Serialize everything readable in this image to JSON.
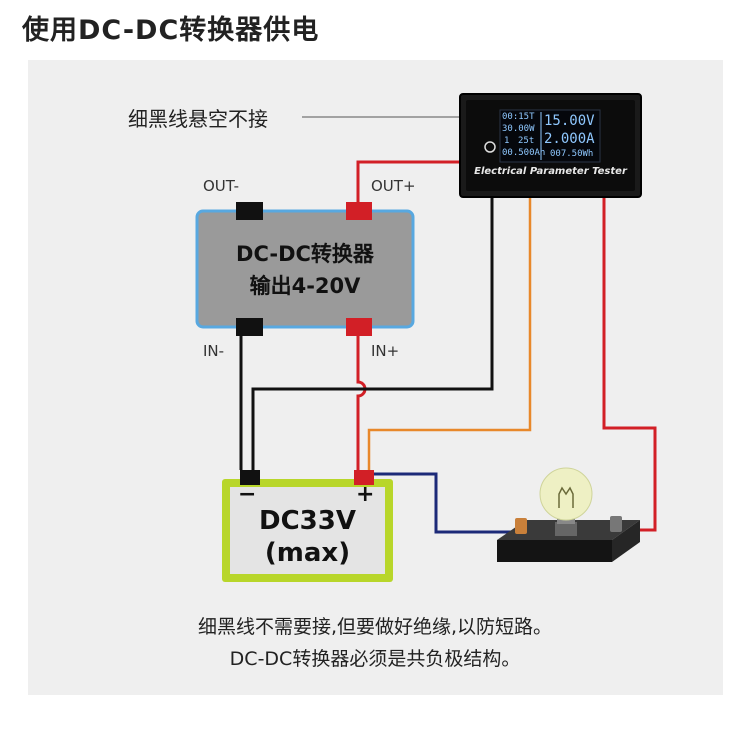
{
  "title": "使用DC-DC转换器供电",
  "annotations": {
    "floating_wire": "细黑线悬空不接"
  },
  "converter": {
    "line1": "DC-DC转换器",
    "line2": "输出4-20V",
    "out_minus": "OUT-",
    "out_plus": "OUT+",
    "in_minus": "IN-",
    "in_plus": "IN+"
  },
  "battery": {
    "minus": "−",
    "plus": "+",
    "line1": "DC33V",
    "line2": "(max)"
  },
  "meter": {
    "time": "00:15T",
    "power": "30.00W",
    "temp_a": "1",
    "temp_b": "25t",
    "capacity": "00.500Ah",
    "voltage": "15.00V",
    "current": "2.000A",
    "energy": "007.50Wh",
    "brand": "Electrical Parameter Tester"
  },
  "notes": {
    "line1": "细黑线不需要接,但要做好绝缘,以防短路。",
    "line2": "DC-DC转换器必须是共负极结构。"
  },
  "colors": {
    "red_wire": "#d21f26",
    "black_wire": "#111111",
    "orange_wire": "#e8882a",
    "blue_wire": "#1c2a78",
    "converter_fill": "#9a9a9a",
    "converter_border": "#58a8e0",
    "battery_border": "#b8d62a",
    "battery_fill": "#e4e4e4",
    "meter_screen_text": "#8fc8ff"
  }
}
